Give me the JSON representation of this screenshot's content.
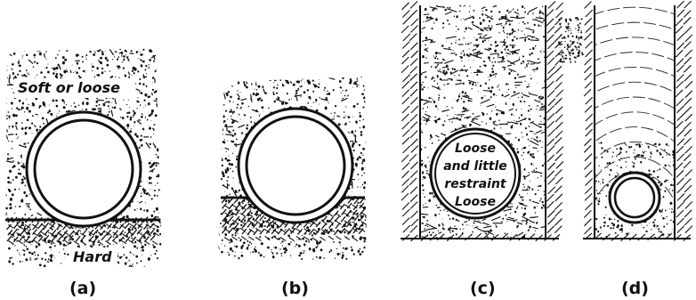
{
  "panels": [
    {
      "id": "a",
      "caption": "(a)",
      "labels": {
        "top": "Soft or loose",
        "bottom": "Hard"
      }
    },
    {
      "id": "b",
      "caption": "(b)"
    },
    {
      "id": "c",
      "caption": "(c)",
      "labels": {
        "line1": "Loose",
        "line2": "and little",
        "line3": "restraint",
        "line4": "Loose"
      }
    },
    {
      "id": "d",
      "caption": "(d)"
    }
  ]
}
